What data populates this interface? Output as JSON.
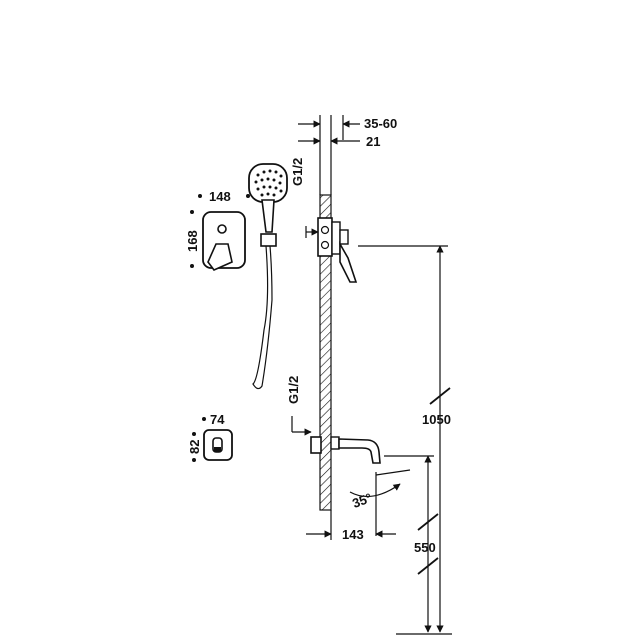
{
  "dimensions": {
    "depth_range": "35-60",
    "depth_plate": "21",
    "hand_shower_connection": "G1/2",
    "spout_connection": "G1/2",
    "plate_width": "148",
    "plate_height": "168",
    "diverter_width": "74",
    "diverter_height": "82",
    "mixer_height": "1050",
    "spout_height": "550",
    "spout_projection": "143",
    "spout_angle": "35°"
  },
  "colors": {
    "line": "#111111",
    "background": "#ffffff"
  },
  "icons": [
    "hand-shower-icon",
    "mixer-plate-icon",
    "diverter-icon",
    "wall-section-icon",
    "bath-spout-icon"
  ]
}
